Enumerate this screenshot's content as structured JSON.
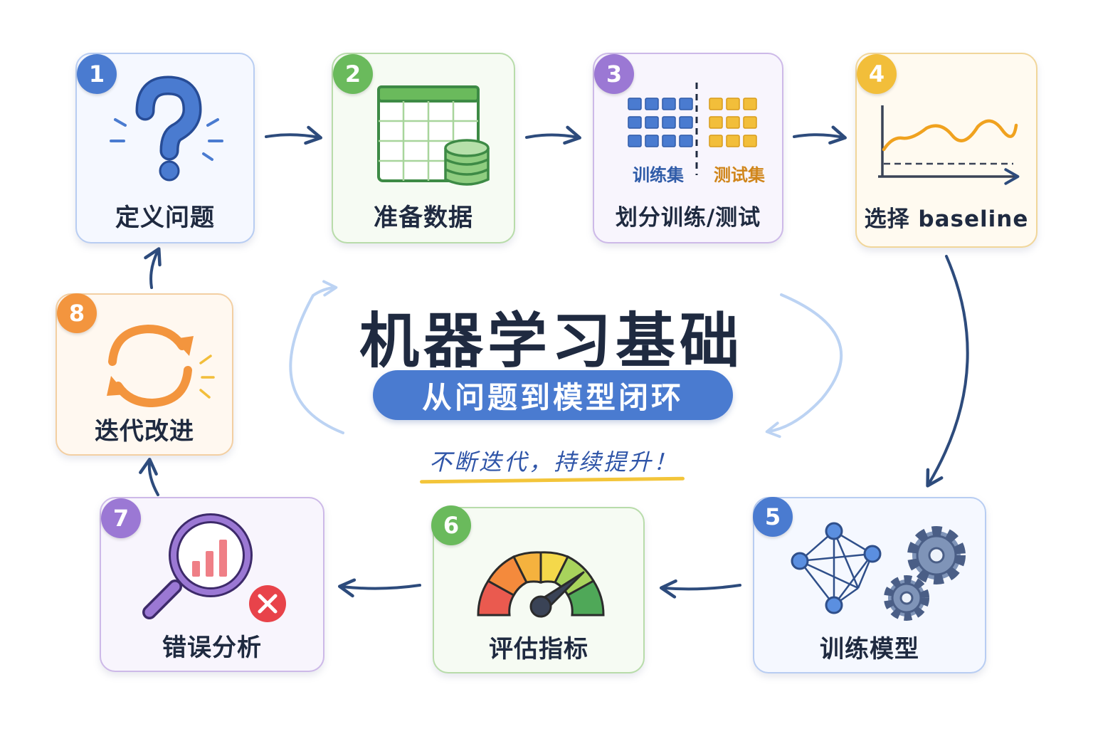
{
  "title": "机器学习基础",
  "subtitle": "从问题到模型闭环",
  "slogan": "不断迭代，持续提升！",
  "steps": [
    {
      "number": "1",
      "label": "定义问题"
    },
    {
      "number": "2",
      "label": "准备数据"
    },
    {
      "number": "3",
      "label": "划分训练/测试",
      "train_label": "训练集",
      "test_label": "测试集"
    },
    {
      "number": "4",
      "label": "选择 baseline"
    },
    {
      "number": "5",
      "label": "训练模型"
    },
    {
      "number": "6",
      "label": "评估指标"
    },
    {
      "number": "7",
      "label": "错误分析"
    },
    {
      "number": "8",
      "label": "迭代改进"
    }
  ],
  "colors": {
    "blue": "#4a7bd0",
    "green": "#6aba5c",
    "purple": "#9b78d4",
    "yellow": "#f2be3a",
    "orange": "#f3953e",
    "arrow": "#2d4b7c",
    "cycle_arrow": "#bcd3f3"
  },
  "icons": [
    "question-mark-icon",
    "spreadsheet-database-icon",
    "dataset-split-icon",
    "baseline-chart-icon",
    "neural-network-gears-icon",
    "speedometer-gauge-icon",
    "magnifier-error-icon",
    "refresh-cycle-icon"
  ]
}
